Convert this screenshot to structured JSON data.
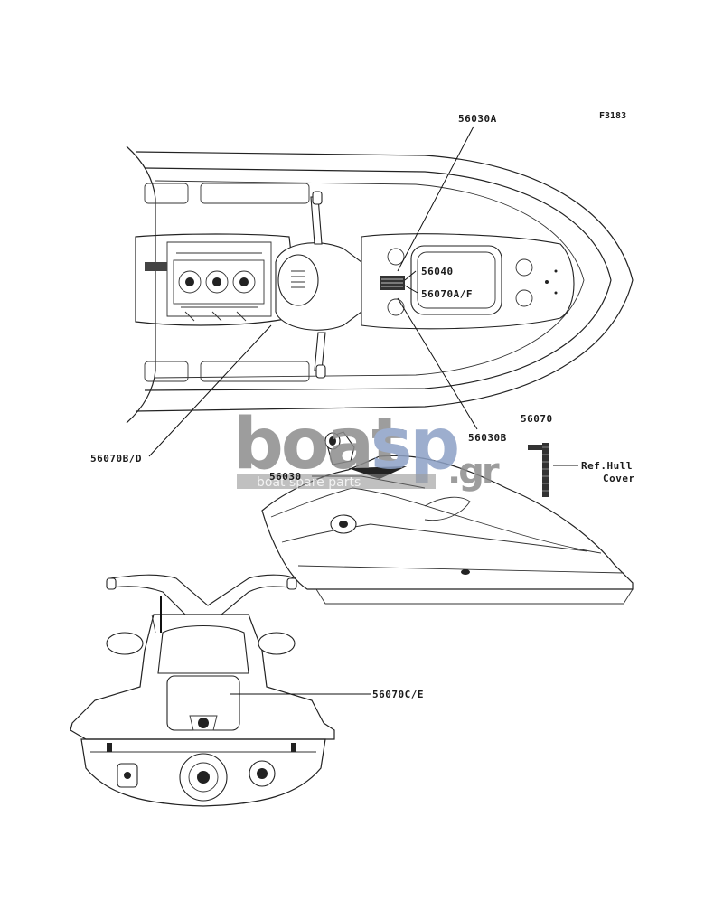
{
  "figure_code": "F3183",
  "labels": {
    "p56030A": "56030A",
    "p56040": "56040",
    "p56070AF": "56070A/F",
    "p56030B": "56030B",
    "p56070BD": "56070B/D",
    "p56070": "56070",
    "p56030": "56030",
    "p56070CE": "56070C/E",
    "ref_line1": "Ref.Hull",
    "ref_line2": "Cover"
  },
  "watermark": {
    "brand_left": "boat",
    "brand_right": "sp",
    "suffix": ".gr",
    "tagline": "boat spare parts"
  },
  "colors": {
    "watermark_gray": "#8c8c8c",
    "watermark_blue": "#8da1c6",
    "line": "#222222"
  }
}
